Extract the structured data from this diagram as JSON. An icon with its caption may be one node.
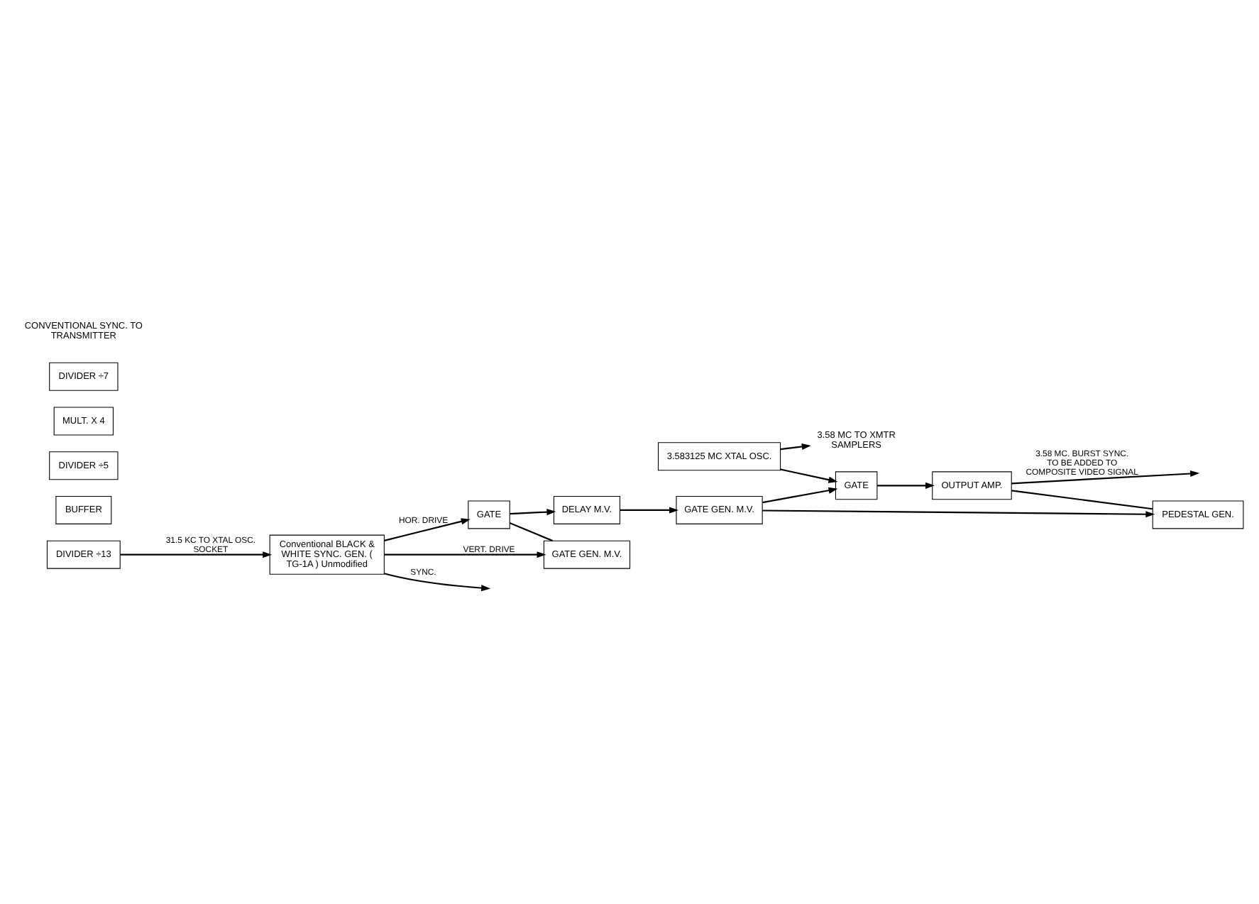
{
  "diagram": {
    "nodes": [
      {
        "text": [
          "3.583125 MC XTAL OSC."
        ]
      },
      {
        "text": [
          "BUFFER"
        ]
      },
      {
        "text": [
          "DIVIDER ÷5"
        ]
      },
      {
        "text": [
          "MULT. X 4"
        ]
      },
      {
        "text": [
          "DIVIDER ÷7"
        ]
      },
      {
        "text": [
          "DIVIDER ÷13"
        ]
      },
      {
        "text": [
          "Conventional BLACK & WHITE SYNC. GEN. ( TG-1A ) Unmodified"
        ]
      },
      {
        "text": [
          "3.58 MC TO XMTR SAMPLERS"
        ]
      },
      {
        "text": [
          "GATE"
        ]
      },
      {
        "text": [
          "OUTPUT AMP."
        ]
      },
      {
        "text": [
          "GATE GEN. M.V."
        ]
      },
      {
        "text": [
          "PEDESTAL GEN."
        ]
      },
      {
        "text": [
          "DELAY M.V."
        ]
      },
      {
        "text": [
          "GATE"
        ]
      },
      {
        "text": [
          "GATE GEN. M.V."
        ]
      }
    ],
    "edges": [
      {
        "from": 0,
        "to": 7,
        "arrow": "to"
      },
      {
        "from": 0,
        "to": 8,
        "arrow": "to"
      },
      {
        "from": 5,
        "to": 6,
        "arrow": "to",
        "label": "31.5 KC TO XTAL OSC. SOCKET"
      },
      {
        "from": 8,
        "to": 9,
        "arrow": "to"
      },
      {
        "from": 9,
        "to": null,
        "arrow": "to",
        "label": "3.58 MC. BURST SYNC. TO BE ADDED TO COMPOSITE VIDEO SIGNAL"
      },
      {
        "from": 9,
        "to": 11,
        "arrow": "none"
      },
      {
        "from": 10,
        "to": 8,
        "arrow": "to"
      },
      {
        "from": 10,
        "to": 11,
        "arrow": "to"
      },
      {
        "from": 12,
        "to": 10,
        "arrow": "to"
      },
      {
        "from": 13,
        "to": 12,
        "arrow": "to"
      },
      {
        "from": 13,
        "to": 14,
        "arrow": "none"
      },
      {
        "from": 6,
        "to": 13,
        "arrow": "to",
        "label": "HOR. DRIVE"
      },
      {
        "from": 6,
        "to": 14,
        "arrow": "to",
        "label": "VERT. DRIVE"
      },
      {
        "from": 6,
        "to": null,
        "arrow": "to",
        "label": "SYNC."
      }
    ],
    "labels": [
      "CONVENTIONAL SYNC. TO TRANSMITTER"
    ]
  }
}
